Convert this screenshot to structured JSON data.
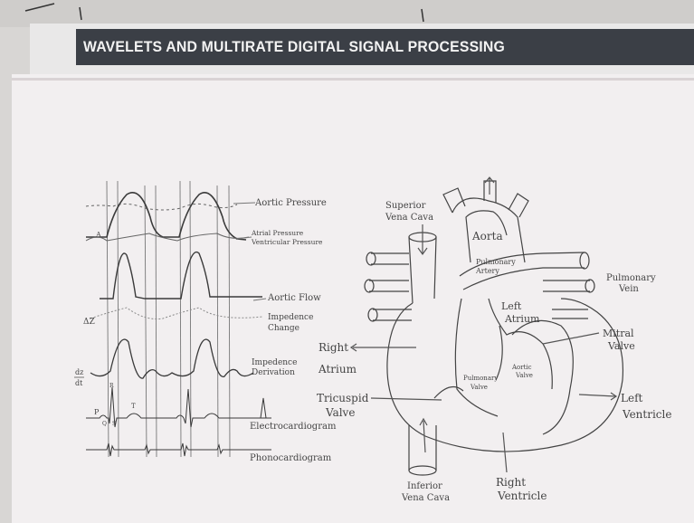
{
  "slide": {
    "title": "WAVELETS AND MULTIRATE DIGITAL SIGNAL PROCESSING"
  },
  "waveform_labels": {
    "aortic_pressure": "Aortic Pressure",
    "atrial_pressure": "Atrial Pressure",
    "ventricular_pressure": "Ventricular Pressure",
    "aortic_flow": "Aortic Flow",
    "impedance_change_1": "Impedence",
    "impedance_change_2": "Change",
    "impedance_derivative_1": "Impedence",
    "impedance_derivative_2": "Derivation",
    "ecg": "Electrocardiogram",
    "pcg": "Phonocardiogram",
    "delta_z": "ΔZ",
    "dz": "dz",
    "dt": "dt",
    "a_mark": "A",
    "p_mark": "P",
    "q_mark": "Q",
    "r_mark": "R",
    "s_mark": "S",
    "t_mark": "T"
  },
  "heart_labels": {
    "superior_vena_cava_1": "Superior",
    "superior_vena_cava_2": "Vena Cava",
    "aorta": "Aorta",
    "pulmonary_artery_1": "Pulmonary",
    "pulmonary_artery_2": "Artery",
    "pulmonary_vein_1": "Pulmonary",
    "pulmonary_vein_2": "Vein",
    "left_atrium_1": "Left",
    "left_atrium_2": "Atrium",
    "mitral_valve_1": "Mitral",
    "mitral_valve_2": "Valve",
    "right_atrium_1": "Right",
    "right_atrium_2": "Atrium",
    "aortic_valve_1": "Aortic",
    "aortic_valve_2": "Valve",
    "pulmonary_valve_1": "Pulmonary",
    "pulmonary_valve_2": "Valve",
    "tricuspid_valve_1": "Tricuspid",
    "tricuspid_valve_2": "Valve",
    "left_ventricle_1": "Left",
    "left_ventricle_2": "Ventricle",
    "inferior_vena_cava_1": "Inferior",
    "inferior_vena_cava_2": "Vena Cava",
    "right_ventricle_1": "Right",
    "right_ventricle_2": "Ventricle"
  }
}
